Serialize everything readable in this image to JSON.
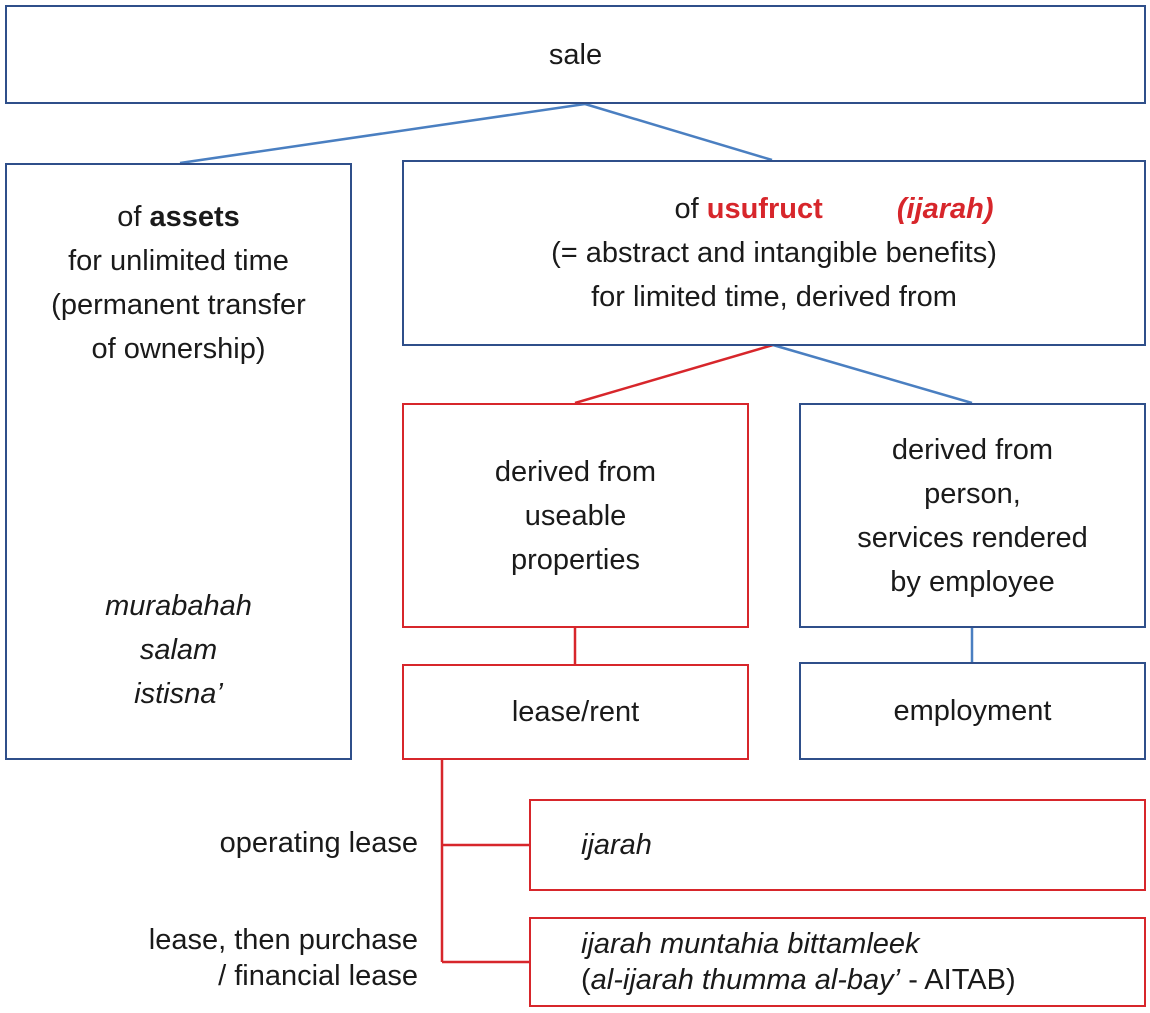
{
  "sale": "sale",
  "assets": {
    "prefix": "of",
    "keyword": "assets",
    "line2": "for unlimited time",
    "line3": "(permanent transfer",
    "line4": "of ownership)",
    "examples": [
      "murabahah",
      "salam",
      "istisna’"
    ]
  },
  "usufruct": {
    "prefix": "of",
    "keyword": "usufruct",
    "tag": "(ijarah)",
    "line2": "(= abstract and intangible benefits)",
    "line3": "for limited time, derived from"
  },
  "properties": [
    "derived from",
    "useable",
    "properties"
  ],
  "person": [
    "derived from",
    "person,",
    "services rendered",
    "by employee"
  ],
  "lease_rent": "lease/rent",
  "employment": "employment",
  "operating_lease_label": "operating lease",
  "ijarah": "ijarah",
  "financial_label": [
    "lease, then purchase",
    "/ financial lease"
  ],
  "imb": {
    "line1": "ijarah muntahia bittamleek",
    "open": "(",
    "italic": "al-ijarah thumma al-bay’",
    "rest": " - AITAB)"
  },
  "colors": {
    "blue_border": "#2f4f8a",
    "blue_line": "#4a7fc1",
    "red": "#d7262b"
  }
}
